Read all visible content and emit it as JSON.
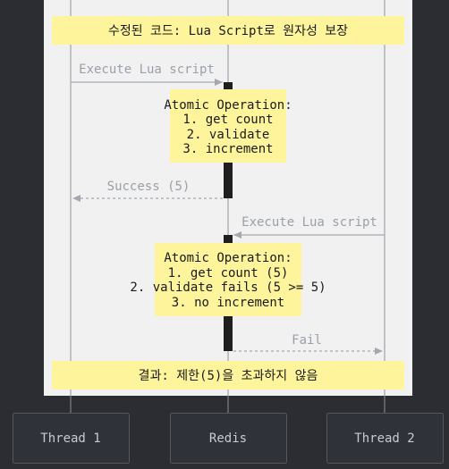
{
  "notes": {
    "top_banner": "수정된 코드: Lua Script로 원자성 보장",
    "bottom_banner": "결과: 제한(5)을 초과하지 않음",
    "atomic1": [
      "Atomic Operation:",
      "1. get count",
      "2. validate",
      "3. increment"
    ],
    "atomic2": [
      "Atomic Operation:",
      "1. get count (5)",
      "2. validate fails (5 >= 5)",
      "3. no increment"
    ]
  },
  "messages": {
    "m1": "Execute Lua script",
    "m2": "Success (5)",
    "m3": "Execute Lua script",
    "m4": "Fail"
  },
  "actors": {
    "thread1": "Thread 1",
    "redis": "Redis",
    "thread2": "Thread 2"
  },
  "colors": {
    "background": "#2b2d33",
    "panel": "#f1f1f1",
    "note": "#fdf49c",
    "lifeline": "#8e9299",
    "activation": "#1f1f1f",
    "message": "#a4a8ae",
    "actor_box": "#2f3238",
    "actor_border": "#54575e"
  }
}
